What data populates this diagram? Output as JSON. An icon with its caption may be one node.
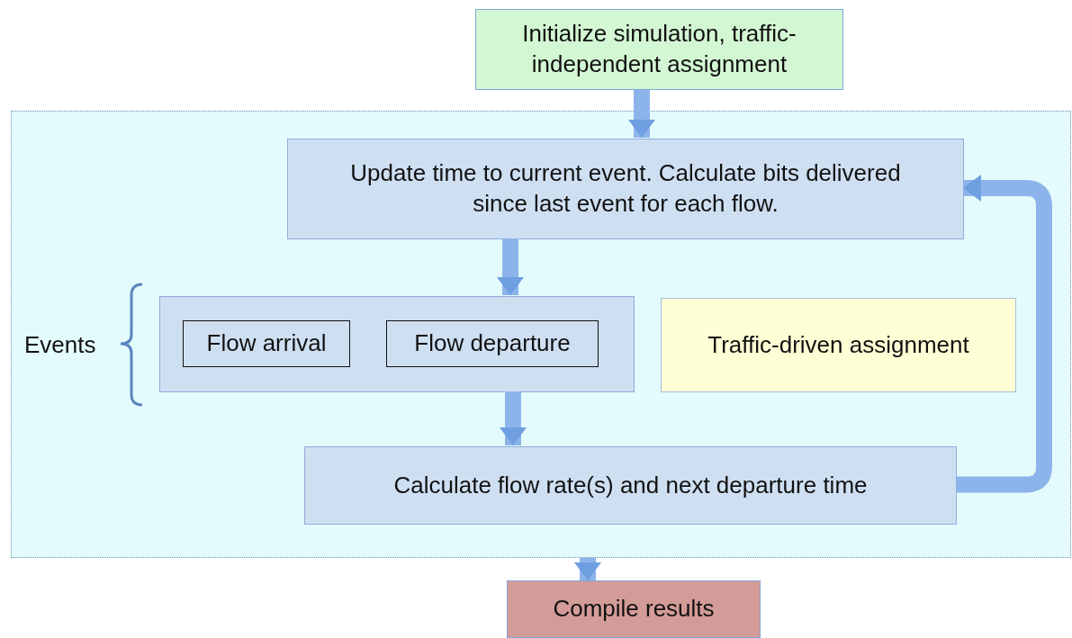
{
  "diagram": {
    "nodes": [
      {
        "text": [
          "Initialize simulation, traffic-independent assignment"
        ]
      },
      {
        "text": [],
        "shape": "box"
      },
      {
        "text": [
          "Update time to current event. Calculate bits delivered since last event for each flow."
        ],
        "in": 1
      },
      {
        "text": [],
        "shape": "box",
        "in": 1,
        "beside": [
          "Events"
        ]
      },
      {
        "text": [
          "Flow arrival"
        ],
        "in": 3
      },
      {
        "text": [
          "Flow departure"
        ],
        "in": 3
      },
      {
        "text": [
          "Traffic-driven assignment"
        ],
        "in": 1
      },
      {
        "text": [
          "Calculate flow rate(s) and next departure time"
        ],
        "in": 1
      },
      {
        "text": [
          "Compile results"
        ]
      }
    ],
    "edges": [
      {
        "from": 0,
        "to": 2,
        "arrow": "to"
      },
      {
        "from": 2,
        "to": 3,
        "arrow": "to"
      },
      {
        "from": 3,
        "to": 7,
        "arrow": "to"
      },
      {
        "from": 7,
        "to": 2,
        "arrow": "to"
      },
      {
        "from": 1,
        "to": 8,
        "arrow": "to"
      }
    ]
  }
}
